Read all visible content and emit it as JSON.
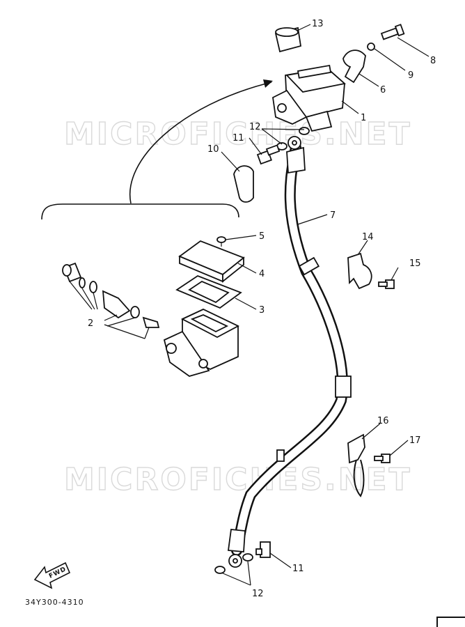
{
  "watermark": "MICROFICHES.NET",
  "diagram_code": "34Y300-4310",
  "fwd_label": "FWD",
  "callouts": [
    "13",
    "8",
    "9",
    "6",
    "1",
    "12",
    "11",
    "10",
    "7",
    "5",
    "4",
    "14",
    "15",
    "3",
    "2",
    "16",
    "17",
    "11",
    "12"
  ]
}
